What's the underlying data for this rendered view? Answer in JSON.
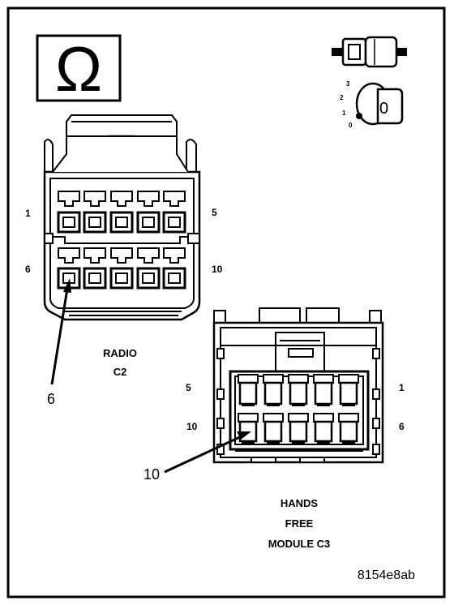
{
  "ohm_symbol": "Ω",
  "key_icon": {
    "position_labels": [
      "3",
      "2",
      "1",
      "0"
    ],
    "key_letter": "0"
  },
  "radio_connector": {
    "pin_label_top_left": "1",
    "pin_label_top_right": "5",
    "pin_label_bottom_left": "6",
    "pin_label_bottom_right": "10",
    "name_line1": "RADIO",
    "name_line2": "C2",
    "callout": "6"
  },
  "hands_free_connector": {
    "pin_label_top_left": "5",
    "pin_label_top_right": "1",
    "pin_label_bottom_left": "10",
    "pin_label_bottom_right": "6",
    "name_line1": "HANDS",
    "name_line2": "FREE",
    "name_line3": "MODULE C3",
    "callout": "10"
  },
  "figure_id": "8154e8ab"
}
